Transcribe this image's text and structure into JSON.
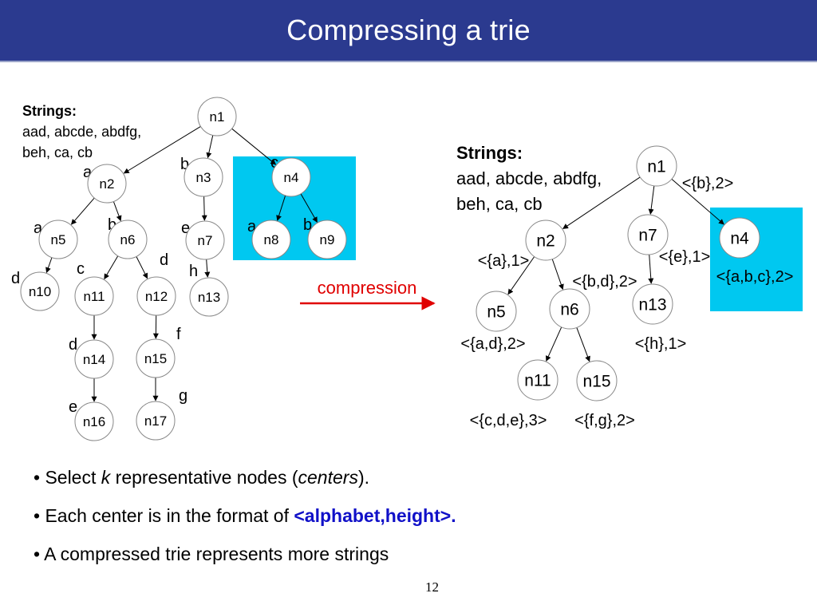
{
  "title": "Compressing a trie",
  "colors": {
    "title_bg": "#2b3a8f",
    "highlight_box": "#00c8f0",
    "compression_arrow": "#e00000",
    "center_format": "#1010c8"
  },
  "left_trie": {
    "strings_heading": "Strings:",
    "strings_lines": [
      "aad, abcde, abdfg,",
      "beh, ca, cb"
    ],
    "nodes": [
      {
        "id": "n1",
        "label": "n1"
      },
      {
        "id": "n2",
        "label": "n2"
      },
      {
        "id": "n3",
        "label": "n3"
      },
      {
        "id": "n4",
        "label": "n4"
      },
      {
        "id": "n5",
        "label": "n5"
      },
      {
        "id": "n6",
        "label": "n6"
      },
      {
        "id": "n7",
        "label": "n7"
      },
      {
        "id": "n8",
        "label": "n8"
      },
      {
        "id": "n9",
        "label": "n9"
      },
      {
        "id": "n10",
        "label": "n10"
      },
      {
        "id": "n11",
        "label": "n11"
      },
      {
        "id": "n12",
        "label": "n12"
      },
      {
        "id": "n13",
        "label": "n13"
      },
      {
        "id": "n14",
        "label": "n14"
      },
      {
        "id": "n15",
        "label": "n15"
      },
      {
        "id": "n16",
        "label": "n16"
      },
      {
        "id": "n17",
        "label": "n17"
      }
    ],
    "edges": [
      {
        "from": "n1",
        "to": "n2",
        "label": "a"
      },
      {
        "from": "n1",
        "to": "n3",
        "label": "b"
      },
      {
        "from": "n1",
        "to": "n4",
        "label": "c"
      },
      {
        "from": "n2",
        "to": "n5",
        "label": "a"
      },
      {
        "from": "n2",
        "to": "n6",
        "label": "b"
      },
      {
        "from": "n3",
        "to": "n7",
        "label": "e"
      },
      {
        "from": "n4",
        "to": "n8",
        "label": "a"
      },
      {
        "from": "n4",
        "to": "n9",
        "label": "b"
      },
      {
        "from": "n5",
        "to": "n10",
        "label": "d"
      },
      {
        "from": "n6",
        "to": "n11",
        "label": "c"
      },
      {
        "from": "n6",
        "to": "n12",
        "label": "d"
      },
      {
        "from": "n7",
        "to": "n13",
        "label": "h"
      },
      {
        "from": "n11",
        "to": "n14",
        "label": "d"
      },
      {
        "from": "n12",
        "to": "n15",
        "label": "f"
      },
      {
        "from": "n14",
        "to": "n16",
        "label": "e"
      },
      {
        "from": "n15",
        "to": "n17",
        "label": "g"
      }
    ]
  },
  "compression_label": "compression",
  "right_trie": {
    "strings_heading": "Strings:",
    "strings_lines": [
      "aad, abcde, abdfg,",
      "beh, ca, cb"
    ],
    "nodes": [
      {
        "id": "n1",
        "label": "n1",
        "center": "<{b},2>"
      },
      {
        "id": "n2",
        "label": "n2",
        "center": "<{a},1>"
      },
      {
        "id": "n7",
        "label": "n7",
        "center": "<{e},1>"
      },
      {
        "id": "n4",
        "label": "n4",
        "center": "<{a,b,c},2>"
      },
      {
        "id": "n5",
        "label": "n5",
        "center": "<{a,d},2>"
      },
      {
        "id": "n6",
        "label": "n6",
        "center": "<{b,d},2>"
      },
      {
        "id": "n13",
        "label": "n13",
        "center": "<{h},1>"
      },
      {
        "id": "n11",
        "label": "n11",
        "center": "<{c,d,e},3>"
      },
      {
        "id": "n15",
        "label": "n15",
        "center": "<{f,g},2>"
      }
    ],
    "edges": [
      {
        "from": "n1",
        "to": "n2"
      },
      {
        "from": "n1",
        "to": "n7"
      },
      {
        "from": "n1",
        "to": "n4"
      },
      {
        "from": "n2",
        "to": "n5"
      },
      {
        "from": "n2",
        "to": "n6"
      },
      {
        "from": "n7",
        "to": "n13"
      },
      {
        "from": "n6",
        "to": "n11"
      },
      {
        "from": "n6",
        "to": "n15"
      }
    ]
  },
  "bullets": [
    {
      "parts": [
        {
          "text": "• Select "
        },
        {
          "text": "k",
          "style": "italic"
        },
        {
          "text": " representative nodes ("
        },
        {
          "text": "centers",
          "style": "italic"
        },
        {
          "text": ")."
        }
      ]
    },
    {
      "parts": [
        {
          "text": "• Each center is in the format of "
        },
        {
          "text": "<alphabet,height>.",
          "style": "highlight"
        }
      ]
    },
    {
      "parts": [
        {
          "text": "• A compressed trie represents more strings"
        }
      ]
    }
  ],
  "page_number": "12"
}
